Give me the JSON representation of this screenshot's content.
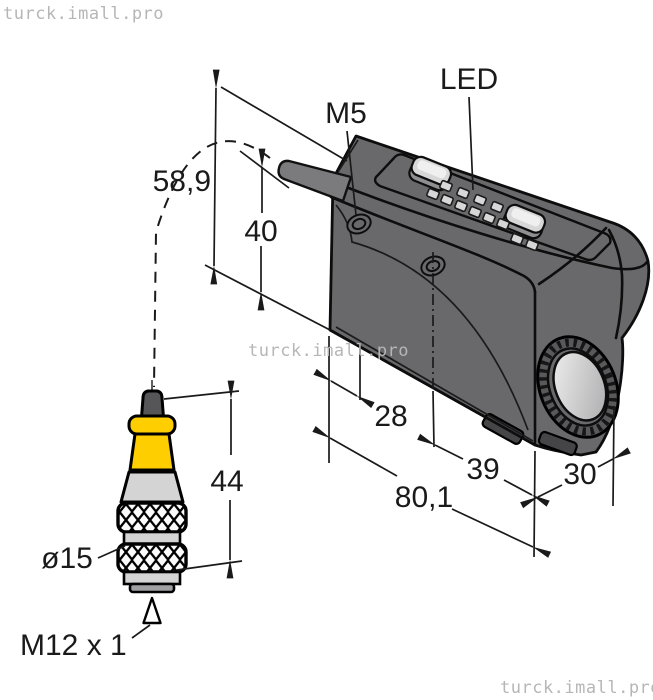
{
  "watermarks": {
    "top_left": "turck.imall.pro",
    "center": "turck.imall.pro",
    "bottom_right": "turck.imall.pro"
  },
  "labels": {
    "mounting_thread": "M5",
    "led": "LED",
    "connector_diameter": "ø15",
    "connector_thread": "M12 x 1"
  },
  "dimensions": {
    "overall_height": "58,9",
    "cable_exit_height": "40",
    "hole_offset": "28",
    "overall_length": "80,1",
    "hole_to_front": "39",
    "housing_depth": "30",
    "connector_length": "44"
  },
  "colors": {
    "housing_gray": "#69696b",
    "connector_yellow": "#ffce00",
    "outline_black": "#0d0d0d",
    "lens_light": "#ededed",
    "watermark_gray": "#b6b6b6"
  }
}
